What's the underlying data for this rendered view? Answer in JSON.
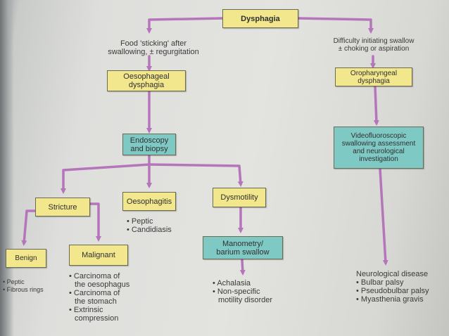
{
  "nodes": {
    "dysphagia": "Dysphagia",
    "oesophageal": [
      "Oesophageal",
      "dysphagia"
    ],
    "oropharyngeal": [
      "Oropharyngeal",
      "dysphagia"
    ],
    "endoscopy": [
      "Endoscopy",
      "and biopsy"
    ],
    "video": [
      "Videofluoroscopic",
      "swallowing assessment",
      "and neurological",
      "investigation"
    ],
    "stricture": "Stricture",
    "oesophagitis": "Oesophagitis",
    "dysmotility": "Dysmotility",
    "manometry": [
      "Manometry/",
      "barium swallow"
    ],
    "benign": "Benign",
    "malignant": "Malignant"
  },
  "labels": {
    "left_branch": [
      "Food 'sticking' after",
      "swallowing, ± regurgitation"
    ],
    "right_branch": [
      "Difficulty initiating swallow",
      "± choking or aspiration"
    ]
  },
  "lists": {
    "oesophagitis": [
      "Peptic",
      "Candidiasis"
    ],
    "benign": [
      "Peptic",
      "Fibrous rings"
    ],
    "malignant": [
      [
        "Carcinoma of",
        "the oesophagus"
      ],
      [
        "Carcinoma of",
        "the stomach"
      ],
      [
        "Extrinsic",
        "compression"
      ]
    ],
    "dysmotility": [
      [
        "Achalasia"
      ],
      [
        "Non-specific",
        "motility disorder"
      ]
    ],
    "neuro_title": "Neurological disease",
    "neuro": [
      "Bulbar palsy",
      "Pseudobulbar palsy",
      "Myasthenia gravis"
    ]
  },
  "colors": {
    "arrow": "#b575ba",
    "yellow_box": "#f2e78c",
    "teal_box": "#7fc9c5"
  }
}
